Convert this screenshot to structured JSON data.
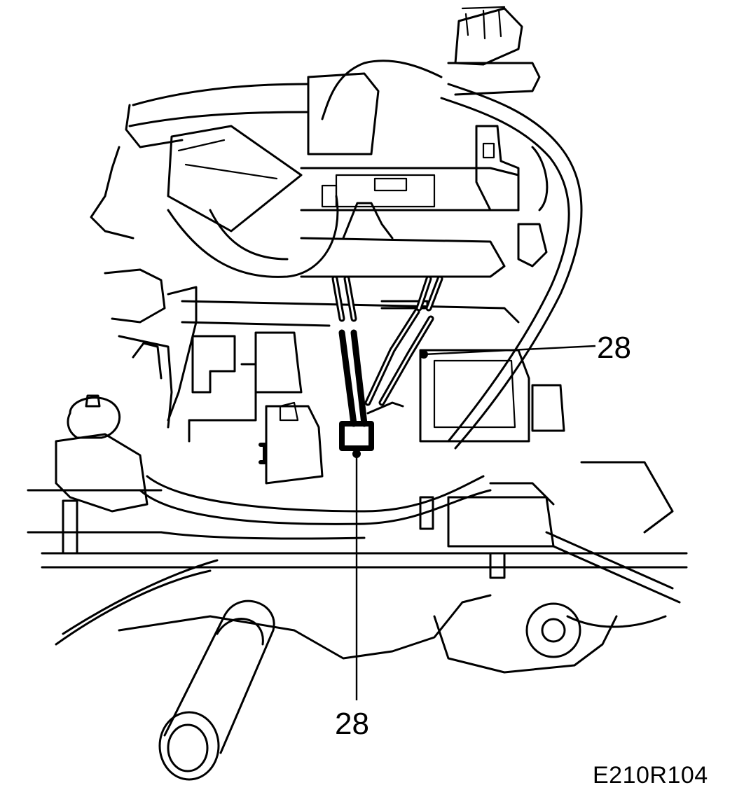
{
  "diagram": {
    "callouts": [
      {
        "id": "right",
        "label": "28"
      },
      {
        "id": "bottom",
        "label": "28"
      }
    ],
    "figure_code": "E210R104",
    "colors": {
      "line": "#000000",
      "background": "#ffffff"
    }
  }
}
